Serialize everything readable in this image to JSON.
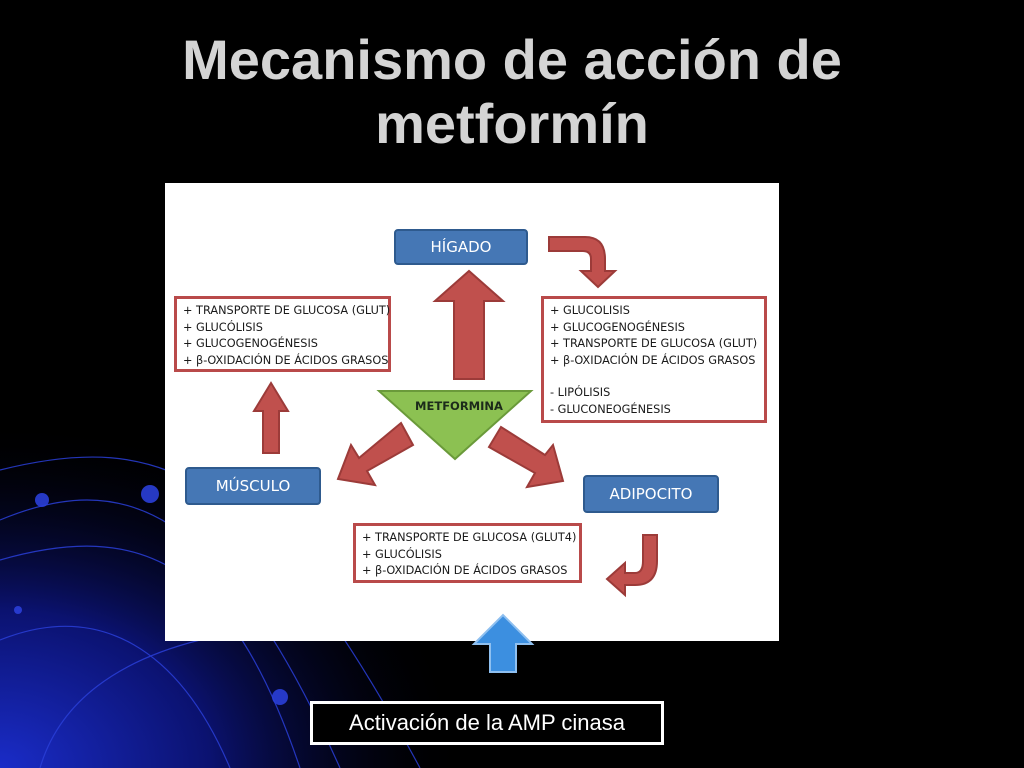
{
  "title": {
    "line1": "Mecanismo de acción de",
    "line2": "metformín"
  },
  "diagram": {
    "center": "METFORMINA",
    "nodes": {
      "liver": "HÍGADO",
      "muscle": "MÚSCULO",
      "adipocyte": "ADIPOCITO"
    },
    "muscle_effects": [
      "+ TRANSPORTE DE GLUCOSA (GLUT)",
      "+ GLUCÓLISIS",
      "+ GLUCOGENOGÉNESIS",
      "+ β-OXIDACIÓN DE ÁCIDOS GRASOS"
    ],
    "liver_effects_plus": [
      "+ GLUCOLISIS",
      "+ GLUCOGENOGÉNESIS",
      "+ TRANSPORTE DE GLUCOSA (GLUT)",
      "+ β-OXIDACIÓN DE ÁCIDOS GRASOS"
    ],
    "liver_effects_minus": [
      "- LIPÓLISIS",
      "- GLUCONEOGÉNESIS"
    ],
    "adipocyte_effects": [
      "+ TRANSPORTE DE GLUCOSA (GLUT4)",
      "+ GLUCÓLISIS",
      "+ β-OXIDACIÓN DE ÁCIDOS GRASOS"
    ],
    "colors": {
      "node_blue": "#4577b5",
      "arrow_red": "#c0504d",
      "triangle_green": "#8cc152",
      "box_border": "#b94a4a"
    }
  },
  "footer": {
    "amp_label": "Activación de  la AMP cinasa",
    "up_arrow_color": "#3c8fe0"
  }
}
